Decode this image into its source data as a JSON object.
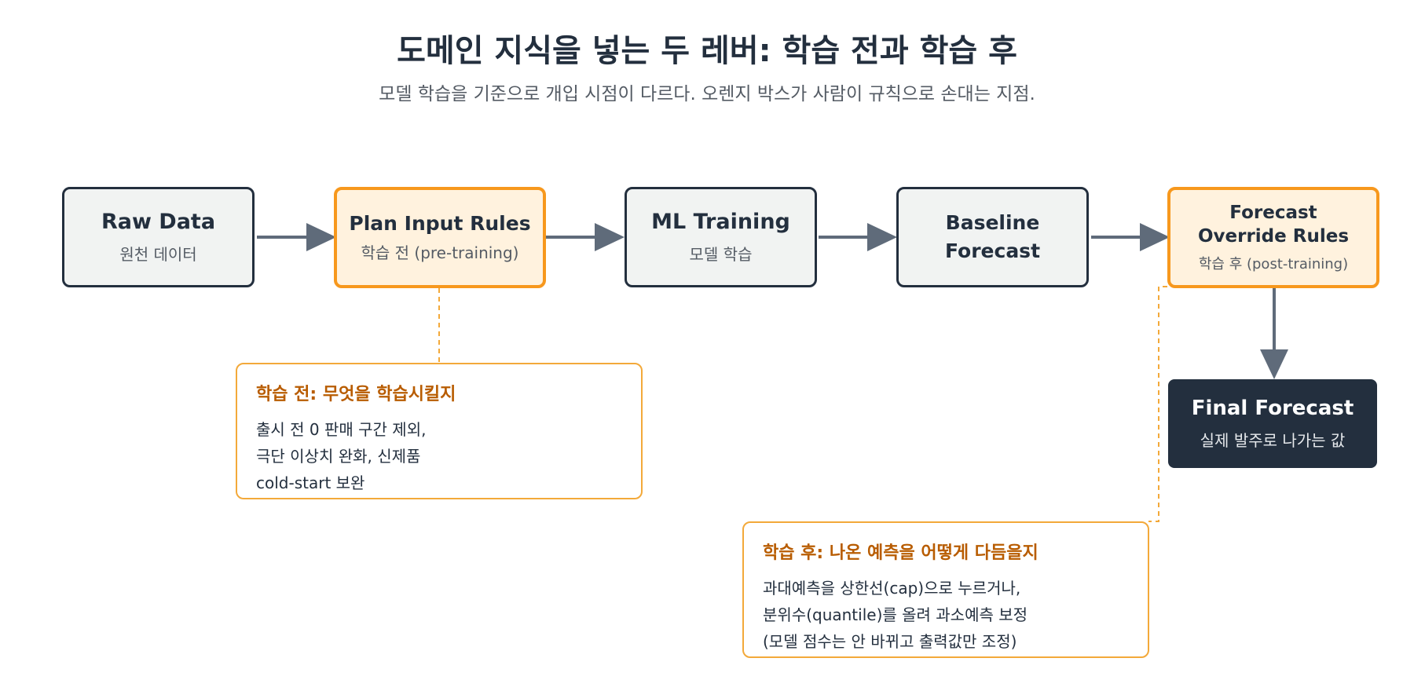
{
  "header": {
    "title": "도메인 지식을 넣는 두 레버: 학습 전과 학습 후",
    "subtitle": "모델 학습을 기준으로 개입 시점이 다르다. 오렌지 박스가 사람이 규칙으로 손대는 지점."
  },
  "colors": {
    "dark": "#232f3e",
    "muted_text": "#545b64",
    "plain_fill": "#f1f3f2",
    "rule_fill": "#fff2de",
    "rule_border": "#f7981d",
    "callout_title": "#b85c00",
    "arrow": "#5f6b7a"
  },
  "nodes": {
    "raw": {
      "title": "Raw Data",
      "sub": "원천 데이터"
    },
    "plan": {
      "title": "Plan Input Rules",
      "sub": "학습 전 (pre-training)"
    },
    "ml": {
      "title": "ML Training",
      "sub": "모델 학습"
    },
    "baseline": {
      "title": "Baseline\nForecast"
    },
    "override": {
      "title": "Forecast\nOverride Rules",
      "sub": "학습 후 (post-training)"
    },
    "final": {
      "title": "Final Forecast",
      "sub": "실제 발주로 나가는 값"
    }
  },
  "callouts": {
    "pre": {
      "title": "학습 전: 무엇을 학습시킬지",
      "lines": [
        "출시 전 0 판매 구간 제외,",
        "극단 이상치 완화, 신제품",
        "cold-start 보완"
      ]
    },
    "post": {
      "title": "학습 후: 나온 예측을 어떻게 다듬을지",
      "lines": [
        "과대예측을 상한선(cap)으로 누르거나,",
        "분위수(quantile)를 올려 과소예측 보정",
        "(모델 점수는 안 바뀌고 출력값만 조정)"
      ]
    }
  }
}
